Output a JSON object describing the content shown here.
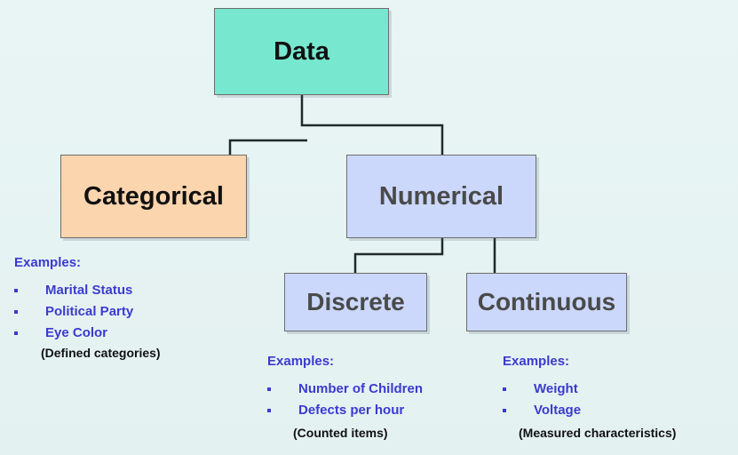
{
  "diagram": {
    "root": {
      "label": "Data"
    },
    "categorical": {
      "label": "Categorical",
      "examples_title": "Examples:",
      "examples": [
        "Marital Status",
        "Political Party",
        "Eye Color"
      ],
      "note": "(Defined categories)"
    },
    "numerical": {
      "label": "Numerical"
    },
    "discrete": {
      "label": "Discrete",
      "examples_title": "Examples:",
      "examples": [
        "Number of Children",
        "Defects per hour"
      ],
      "note": "(Counted items)"
    },
    "continuous": {
      "label": "Continuous",
      "examples_title": "Examples:",
      "examples": [
        "Weight",
        "Voltage"
      ],
      "note": "(Measured characteristics)"
    },
    "colors": {
      "background": "#e7f3f3",
      "data_box": "#77e8cf",
      "categorical_box": "#fbd5ae",
      "numerical_box": "#cbd8fb",
      "box_border": "#6d6d6d",
      "connector": "#1f2b2b",
      "examples_text": "#3b3bcf",
      "note_text": "#111111",
      "numerical_label": "#4a4a4a"
    },
    "icons": {
      "bullet": "square-bullet-icon"
    }
  }
}
